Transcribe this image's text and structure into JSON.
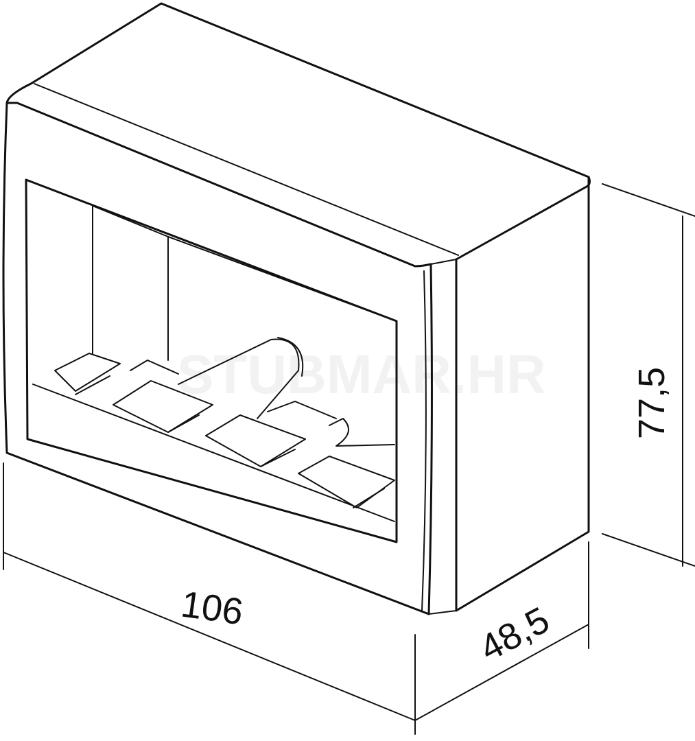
{
  "drawing": {
    "watermark": "STUBMAR.HR",
    "dimensions": {
      "width": "106",
      "depth": "48,5",
      "height": "77,5"
    }
  }
}
